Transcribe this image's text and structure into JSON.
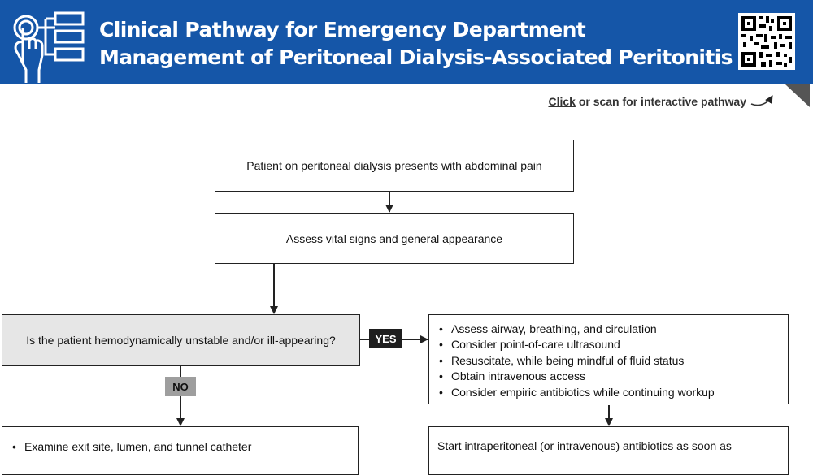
{
  "header": {
    "title_line1": "Clinical Pathway for Emergency Department",
    "title_line2": "Management of Peritoneal Dialysis-Associated Peritonitis",
    "bg_color": "#1556a8",
    "logo_icon": "touch-flowchart-icon",
    "qr_icon": "qr-code-icon"
  },
  "link": {
    "click": "Click",
    "rest": "or scan for interactive pathway"
  },
  "nodes": {
    "start": "Patient on peritoneal dialysis presents with abdominal pain",
    "vitals": "Assess vital signs and general appearance",
    "decision": "Is the patient hemodynamically unstable and/or ill-appearing?",
    "unstable_actions": [
      "Assess airway, breathing, and circulation",
      "Consider point-of-care ultrasound",
      "Resuscitate, while being mindful of fluid status",
      "Obtain intravenous access",
      "Consider empiric antibiotics while continuing workup"
    ],
    "stable_actions": [
      "Examine exit site, lumen, and tunnel catheter"
    ],
    "antibiotics": "Start intraperitoneal (or intravenous) antibiotics as soon as"
  },
  "labels": {
    "yes": "YES",
    "no": "NO"
  }
}
